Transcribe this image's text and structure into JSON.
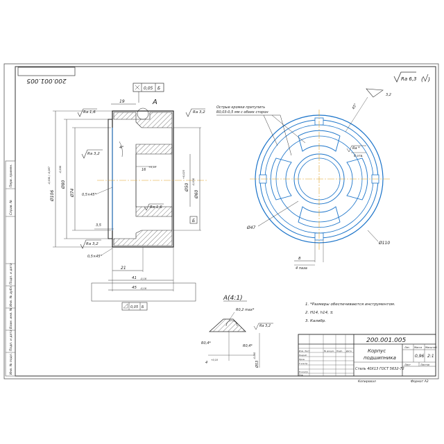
{
  "sheet": {
    "mirrored_code": "200.001.005",
    "roughness_general": "Ra 6,3",
    "roughness_general_mark": "√",
    "cut_label": "A"
  },
  "front_view": {
    "dims": {
      "top_width": "19",
      "rough_top_left": "Ra 1,6",
      "rough_top_right": "Ra 3,2",
      "rough_bore": "Ra 3,2",
      "rough_inner": "Ra 1,6",
      "rough_bottom": "Ra 3,2",
      "d_outer": "Ø80",
      "d_outer_tol": "-0,030",
      "d_max": "Ø106",
      "d_max_tol": "-0,030 / -0,087",
      "d_74": "Ø74",
      "d_50": "Ø50",
      "d_50_tol": "+0,025",
      "d_60": "Ø60",
      "d_60_tol": "-0,030",
      "chamfer1": "0,5×45°",
      "chamfer2": "0,5×45°",
      "dim_35": "3,5",
      "dim_21": "21",
      "len_h": "41",
      "len_h_tol": "-0,16",
      "len_total": "45",
      "len_total_tol": "-0,16",
      "angle": "4°",
      "small_dim": "16",
      "small_dim_tol": "+0,18"
    },
    "tolerances": {
      "top_frame_val": "0,05",
      "top_frame_base": "Б",
      "bottom_frame_val": "0,05",
      "bottom_frame_base": "Б",
      "datum_b": "Б"
    }
  },
  "side_view": {
    "note_text_1": "Острые кромки притупить",
    "note_text_2": "R0,03-0,5 мм с обеих сторон",
    "d_47": "Ø47",
    "d_110": "Ø110",
    "rough_slot": "Ra 3,2",
    "slot_dim": "8",
    "slot_count": "4 паза",
    "rough_hole": "Ra *",
    "hole_n": "8 отв.",
    "angle_mark": "45°",
    "detail_label": "3,2"
  },
  "detail": {
    "title": "А(4:1)",
    "r1": "R0,2 max*",
    "r2": "R0,4*",
    "r3": "R0,4*",
    "rough": "Ra 3,2",
    "d1": "Ø53",
    "d1_tol": "-0,060",
    "dim_small": "4",
    "dim_small_tol": "+0,18"
  },
  "notes": {
    "n1": "1. *Размеры обеспечиваются инструментом.",
    "n2": "2. Н14, h14, ±",
    "n3": "3. Калибр."
  },
  "title_block": {
    "code": "200.001.005",
    "name_1": "Корпус",
    "name_2": "подшипника",
    "material": "Сталь 40Х13 ГОСТ 5632-72",
    "mass_label": "Масса",
    "scale_label": "Масштаб",
    "mass_value": "0,96",
    "scale_value": "2:1",
    "sheet_label": "Лист",
    "sheets_label": "Листов",
    "lit_label": "Лит.",
    "rows": [
      "Изм. Лист",
      "№ докум.",
      "Подп.",
      "Дата"
    ],
    "roles": [
      "Разраб.",
      "Пров.",
      "Т.контр.",
      "Н.контр.",
      "Утв."
    ],
    "copied": "Копировал",
    "format": "Формат А3"
  },
  "side_strip": [
    "Перв. примен.",
    "Справ. №",
    "Подп. и дата",
    "Инв. № дубл.",
    "Взам. инв. №",
    "Подп. и дата",
    "Инв. № подл."
  ]
}
